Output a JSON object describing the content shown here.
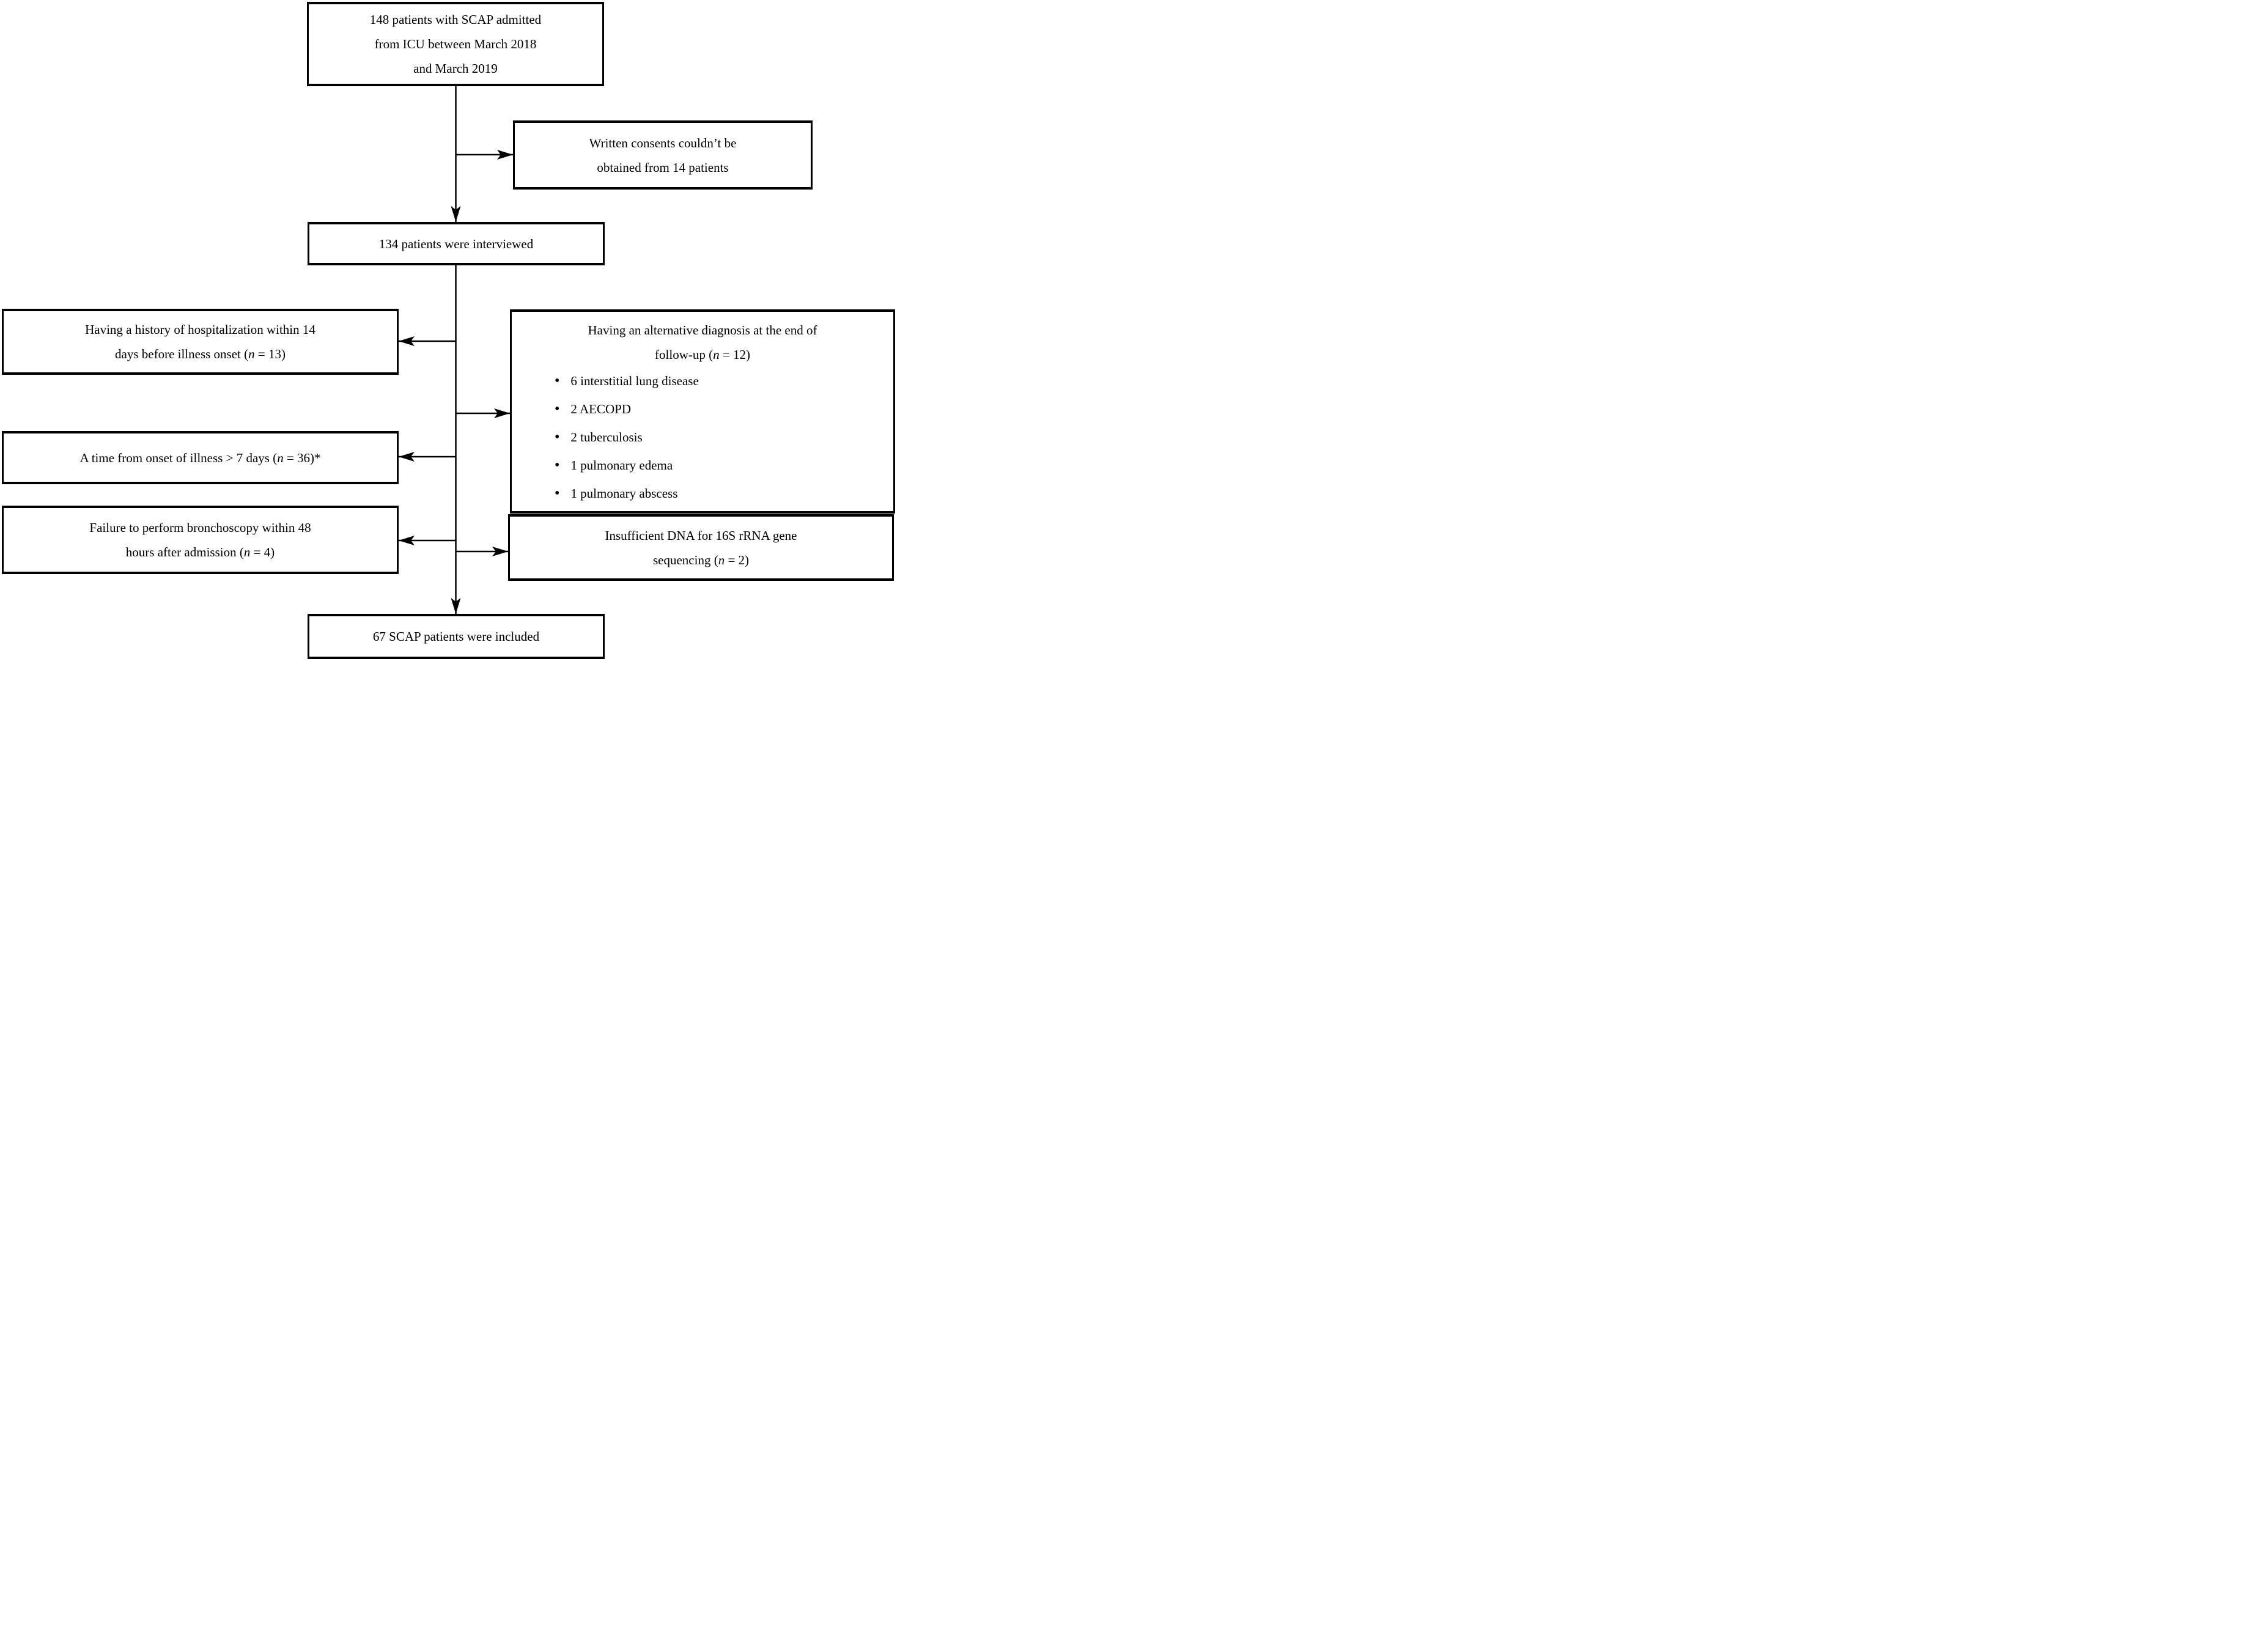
{
  "figure": {
    "bullet_char": "•",
    "colors": {
      "line": "#000000",
      "background": "#ffffff",
      "text": "#000000"
    },
    "boxes": {
      "enrolled": {
        "lines": [
          [
            {
              "t": "148 patients with SCAP admitted"
            }
          ],
          [
            {
              "t": "from ICU between March 2018"
            }
          ],
          [
            {
              "t": "and March 2019"
            }
          ]
        ]
      },
      "no_consent": {
        "lines": [
          [
            {
              "t": "Written consents couldn’t be"
            }
          ],
          [
            {
              "t": "obtained from 14 patients"
            }
          ]
        ]
      },
      "interviewed": {
        "lines": [
          [
            {
              "t": "134 patients were interviewed"
            }
          ]
        ]
      },
      "excl_hospitalization": {
        "lines": [
          [
            {
              "t": "Having a history of hospitalization within 14"
            }
          ],
          [
            {
              "t": "days before illness onset ("
            },
            {
              "t": "n",
              "i": true
            },
            {
              "t": " = 13)"
            }
          ]
        ]
      },
      "alt_diagnosis": {
        "title_lines": [
          [
            {
              "t": "Having an alternative diagnosis at the end of"
            }
          ],
          [
            {
              "t": "follow-up ("
            },
            {
              "t": "n",
              "i": true
            },
            {
              "t": " = 12)"
            }
          ]
        ],
        "bullets": [
          [
            {
              "t": "6 interstitial lung disease"
            }
          ],
          [
            {
              "t": "2 AECOPD"
            }
          ],
          [
            {
              "t": "2 tuberculosis"
            }
          ],
          [
            {
              "t": "1 pulmonary edema"
            }
          ],
          [
            {
              "t": "1 pulmonary abscess"
            }
          ]
        ]
      },
      "excl_onset": {
        "lines": [
          [
            {
              "t": "A time from onset of illness > 7 days ("
            },
            {
              "t": "n",
              "i": true
            },
            {
              "t": " = 36)*"
            }
          ]
        ]
      },
      "excl_bronchoscopy": {
        "lines": [
          [
            {
              "t": "Failure to perform bronchoscopy within 48"
            }
          ],
          [
            {
              "t": "hours after admission ("
            },
            {
              "t": "n",
              "i": true
            },
            {
              "t": " = 4)"
            }
          ]
        ]
      },
      "insufficient_dna": {
        "lines": [
          [
            {
              "t": "Insufficient DNA for 16S rRNA gene"
            }
          ],
          [
            {
              "t": "sequencing ("
            },
            {
              "t": "n",
              "i": true
            },
            {
              "t": " = 2)"
            }
          ]
        ]
      },
      "included": {
        "lines": [
          [
            {
              "t": "67 SCAP patients were included"
            }
          ]
        ]
      }
    }
  }
}
